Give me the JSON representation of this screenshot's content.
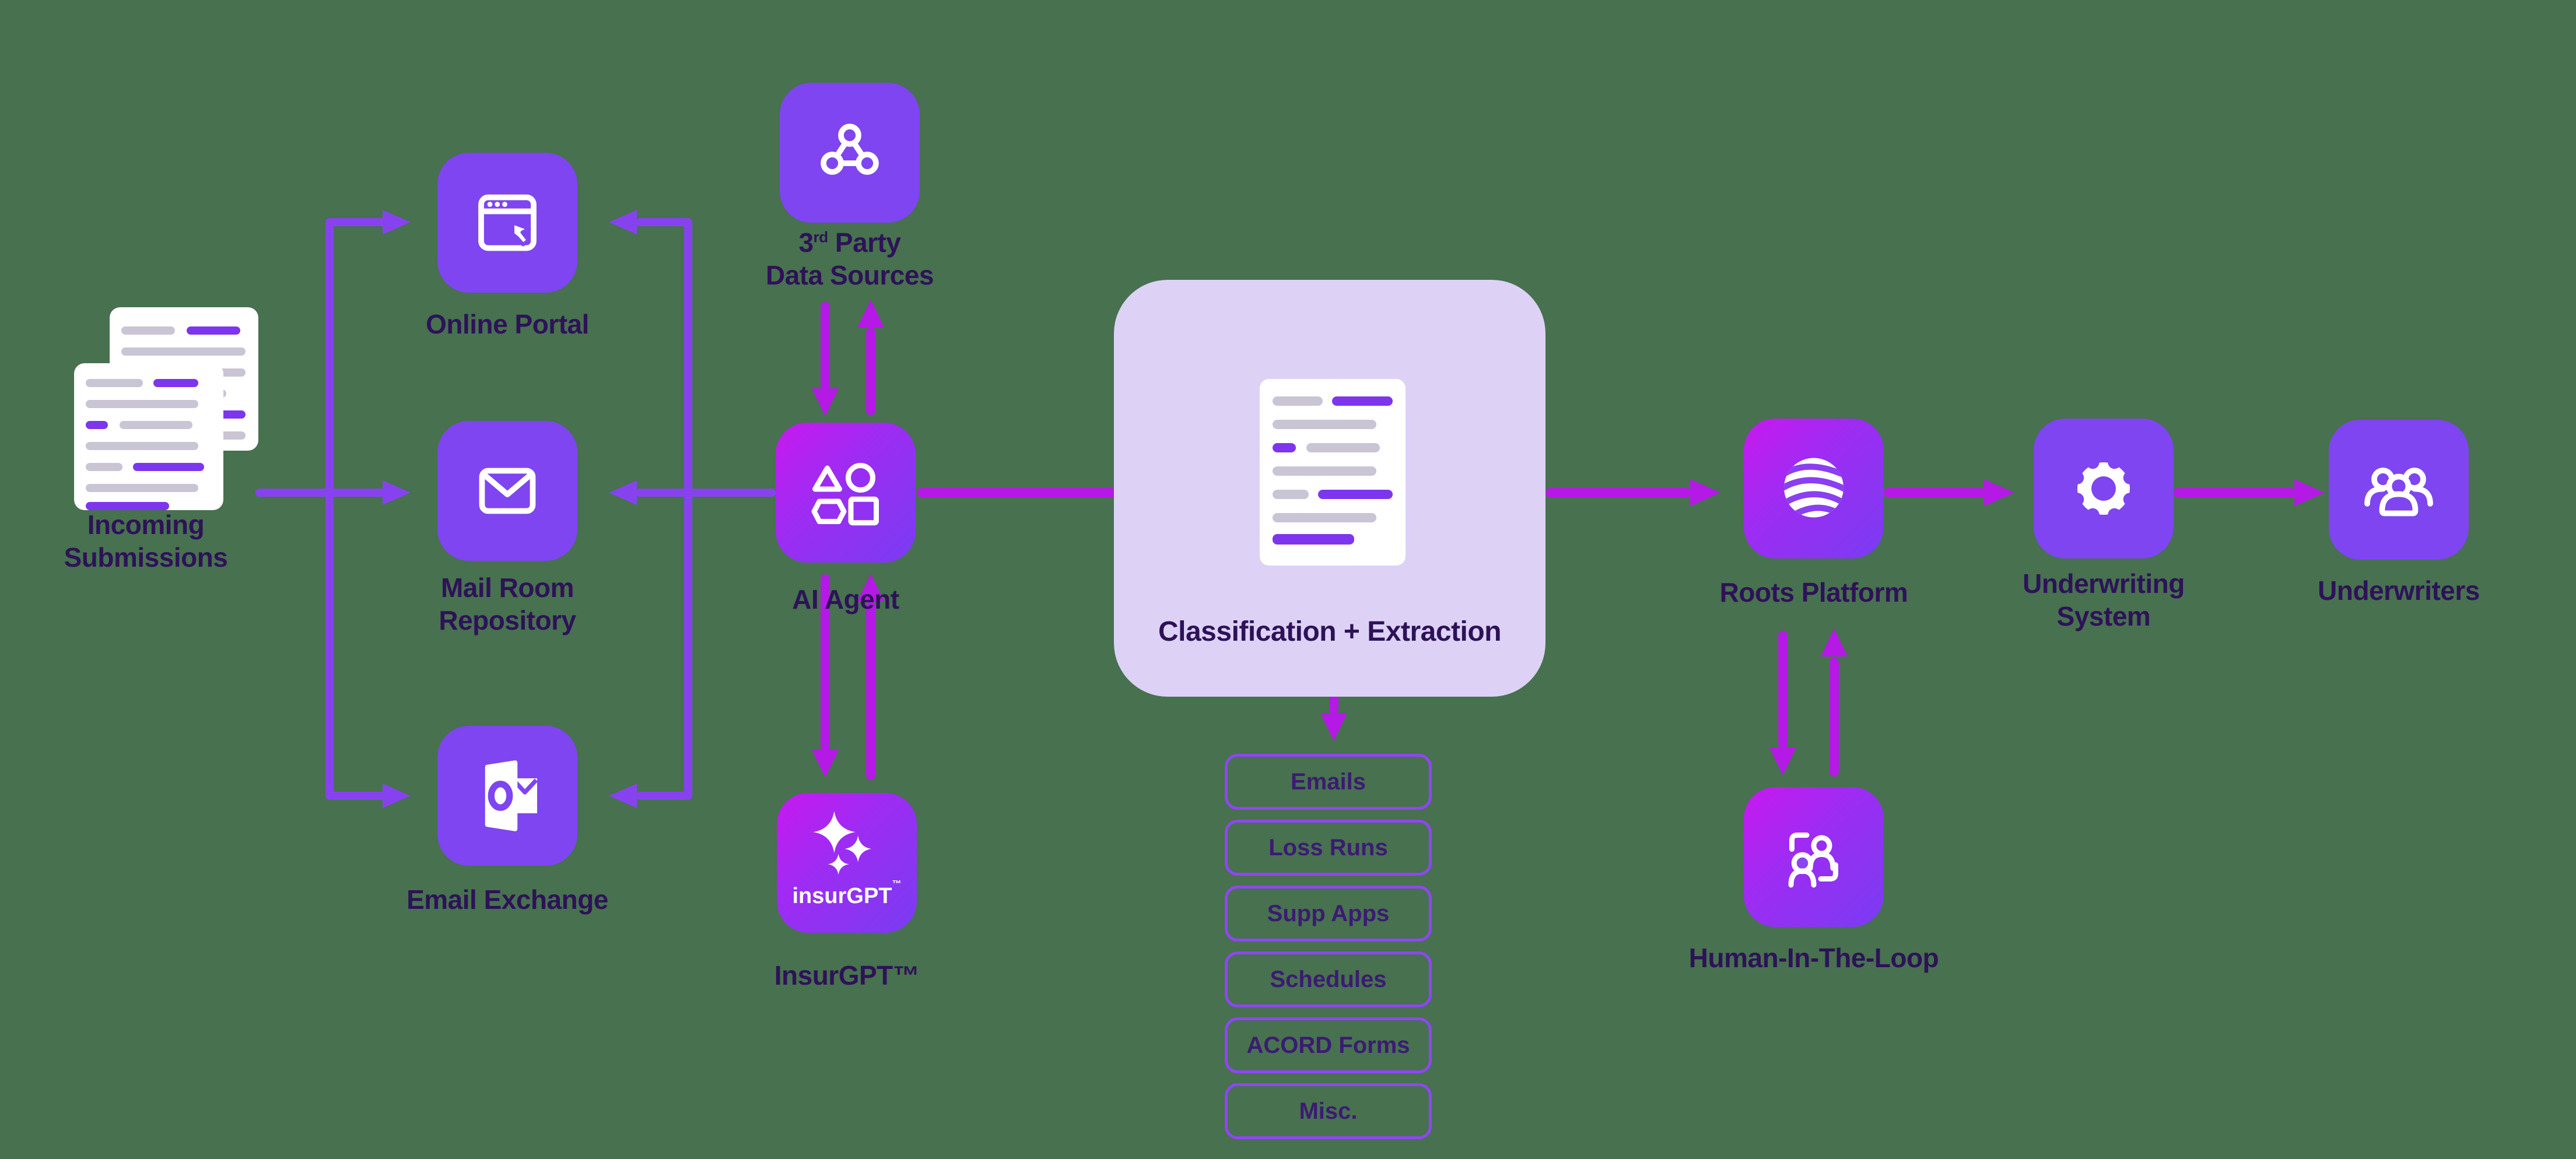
{
  "background_color": "#47714f",
  "colors": {
    "tile_purple": "#7e45f0",
    "tile_gradient_start": "#c819f0",
    "tile_gradient_end": "#7a3cf2",
    "arrow_violet": "#8742f0",
    "arrow_magenta": "#b519e6",
    "classification_box": "#ddd2f6",
    "label_text": "#2e1258",
    "doc_gray_bar": "#c9c5d4",
    "doc_purple_bar": "#7d36ee",
    "list_border": "#8e46f2"
  },
  "nodes": {
    "incoming_submissions": {
      "line1": "Incoming",
      "line2": "Submissions"
    },
    "online_portal": {
      "label": "Online Portal"
    },
    "mail_room": {
      "line1": "Mail Room",
      "line2": "Repository"
    },
    "email_exchange": {
      "label": "Email Exchange"
    },
    "third_party": {
      "line1_num": "3",
      "line1_sup": "rd",
      "line1_rest": "Party",
      "line2": "Data Sources"
    },
    "ai_agent": {
      "label": "AI Agent"
    },
    "insurgpt": {
      "label": "InsurGPT™",
      "logo_text": "insurGPT",
      "logo_tm": "™"
    },
    "classification": {
      "label": "Classification + Extraction"
    },
    "roots_platform": {
      "label": "Roots Platform"
    },
    "human_in_the_loop": {
      "label": "Human-In-The-Loop"
    },
    "underwriting_system": {
      "line1": "Underwriting",
      "line2": "System"
    },
    "underwriters": {
      "label": "Underwriters"
    }
  },
  "document_types": [
    "Emails",
    "Loss Runs",
    "Supp Apps",
    "Schedules",
    "ACORD Forms",
    "Misc."
  ]
}
